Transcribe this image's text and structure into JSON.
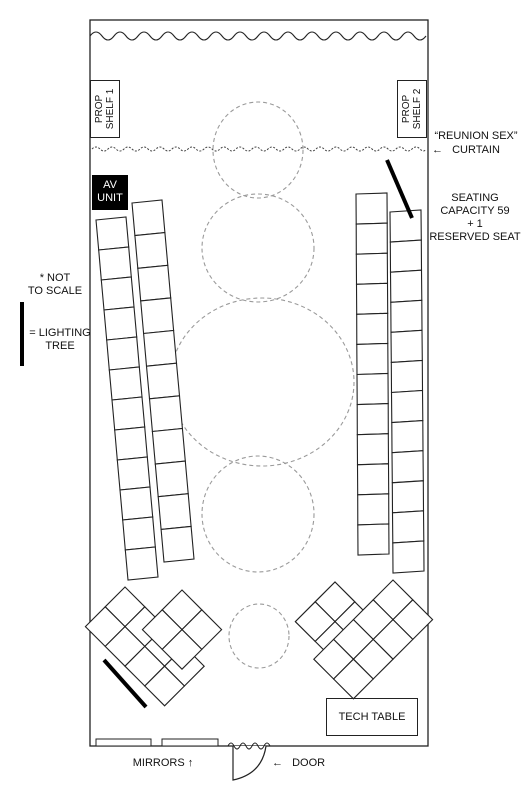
{
  "labels": {
    "curtain_line1": "“REUNION SEX”",
    "curtain_line2": "CURTAIN",
    "curtain_arrow": "←",
    "seating_line1": "SEATING",
    "seating_line2": "CAPACITY 59",
    "seating_line3": "+ 1",
    "seating_line4": "RESERVED SEAT",
    "not_to_scale_line1": "* NOT",
    "not_to_scale_line2": "TO SCALE",
    "lighting_line1": "= LIGHTING",
    "lighting_line2": "TREE",
    "av_line1": "AV",
    "av_line2": "UNIT",
    "prop_shelf_1_line1": "PROP",
    "prop_shelf_1_line2": "SHELF 1",
    "prop_shelf_2_line1": "PROP",
    "prop_shelf_2_line2": "SHELF 2",
    "tech_table": "TECH TABLE",
    "mirrors": "MIRRORS ↑",
    "door_arrow": "←",
    "door": "DOOR"
  },
  "colors": {
    "ink": "#222222",
    "dashed": "#9a9a9a",
    "dark": "#000000"
  }
}
